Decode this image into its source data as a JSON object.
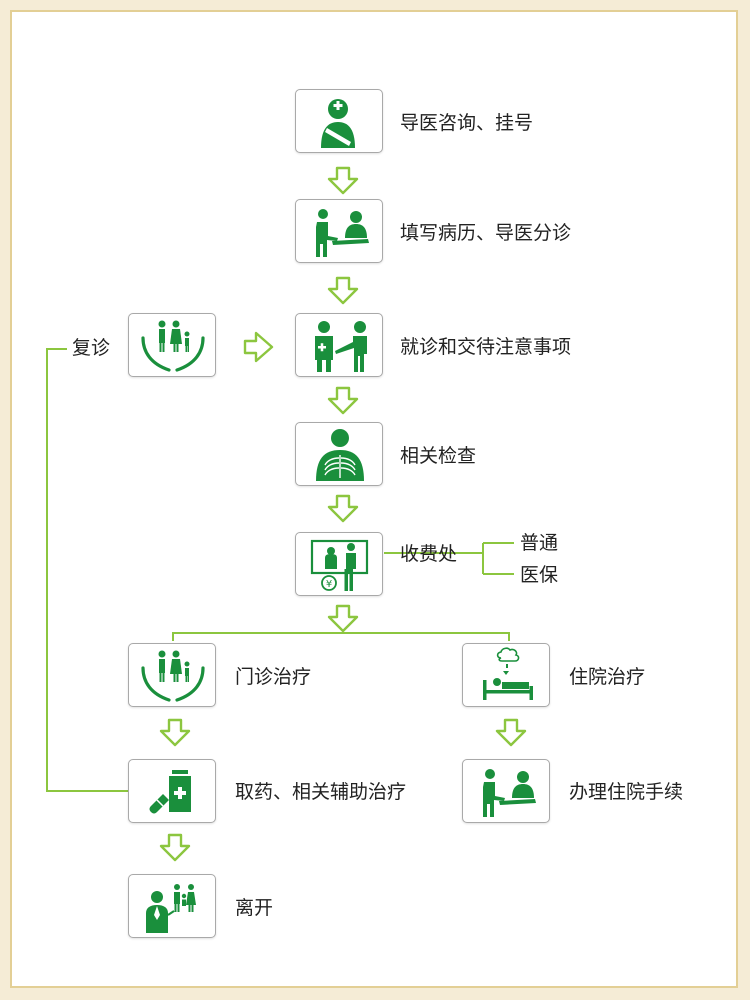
{
  "colors": {
    "green": "#1a8f3c",
    "line": "#8cc63f",
    "border": "#a9a9a9",
    "frame": "#e3cf95"
  },
  "steps": {
    "guide": "导医咨询、挂号",
    "record": "填写病历、导医分诊",
    "consult": "就诊和交待注意事项",
    "exam": "相关检查",
    "cashier": "收费处",
    "outpatient": "门诊治疗",
    "inpatient": "住院治疗",
    "medicine": "取药、相关辅助治疗",
    "admission": "办理住院手续",
    "leave": "离开",
    "revisit": "复诊"
  },
  "payment": {
    "normal": "普通",
    "insurance": "医保"
  },
  "icons": {
    "guide": "nurse-icon",
    "record": "reception-icon",
    "consult": "doctor-consult-icon",
    "exam": "chest-xray-icon",
    "cashier": "cashier-window-icon",
    "outpatient": "family-care-icon",
    "inpatient": "hospital-bed-icon",
    "medicine": "medicine-icon",
    "admission": "reception-icon",
    "leave": "departure-icon",
    "revisit": "family-care-icon"
  }
}
